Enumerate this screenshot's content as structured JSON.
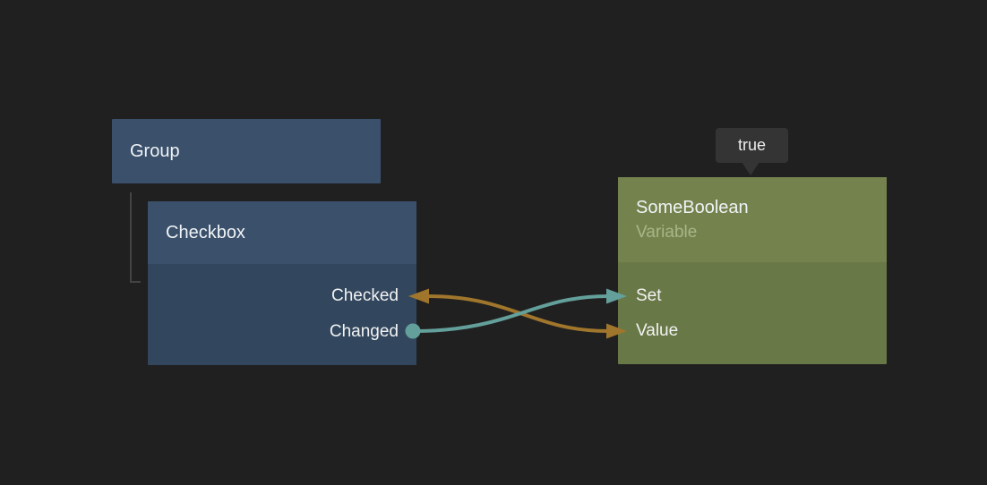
{
  "canvas": {
    "background_color": "#202020"
  },
  "nodes": {
    "group": {
      "title": "Group",
      "header_color": "#3a506b"
    },
    "checkbox": {
      "title": "Checkbox",
      "header_color": "#3a506b",
      "body_color": "#32475e",
      "output_ports": [
        {
          "label": "Checked"
        },
        {
          "label": "Changed"
        }
      ]
    },
    "someboolean": {
      "title": "SomeBoolean",
      "subtitle": "Variable",
      "header_color": "#74834d",
      "body_color": "#697847",
      "input_ports": [
        {
          "label": "Set"
        },
        {
          "label": "Value"
        }
      ]
    }
  },
  "tooltip": {
    "text": "true",
    "background_color": "#343434"
  },
  "hierarchy": {
    "parent": "Group",
    "child": "Checkbox",
    "connector_color": "#444444"
  },
  "connections": [
    {
      "from_port": "Checked",
      "to_port": "Value",
      "color": "#a0762c",
      "ends": "arrowhead-both-ends"
    },
    {
      "from_port": "Changed",
      "to_port": "Set",
      "color": "#64a09b",
      "ends": "dot-at-source-arrowhead-at-target"
    }
  ]
}
